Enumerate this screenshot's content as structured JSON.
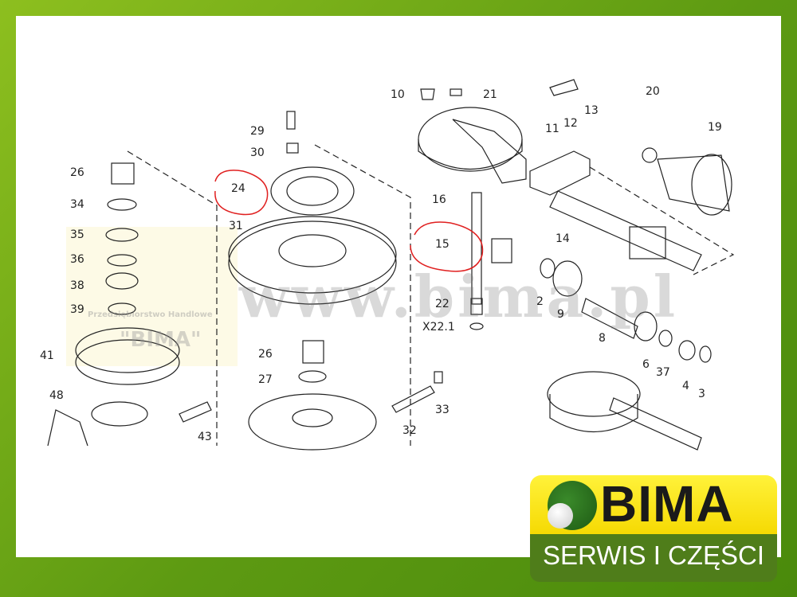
{
  "diagram": {
    "part_labels": [
      "10",
      "21",
      "13",
      "12",
      "11",
      "20",
      "19",
      "29",
      "30",
      "24",
      "31",
      "16",
      "14",
      "15",
      "26",
      "34",
      "35",
      "36",
      "38",
      "39",
      "41",
      "48",
      "43",
      "26",
      "27",
      "22",
      "X22.1",
      "2",
      "9",
      "32",
      "33",
      "8",
      "6",
      "37",
      "4",
      "3"
    ],
    "highlighted_parts": [
      "24",
      "15"
    ],
    "highlight_color": "#e02020"
  },
  "watermark": {
    "url": "www.bima.pl",
    "company_line": "Przedsiębiorstwo Handlowe",
    "company_name": "\"BIMA\""
  },
  "logo": {
    "brand": "BIMA",
    "tagline": "SERWIS I CZĘŚCI",
    "colors": {
      "yellow": "#f7e51a",
      "green": "#4f7d1a"
    }
  },
  "frame_color": "#6aa616"
}
